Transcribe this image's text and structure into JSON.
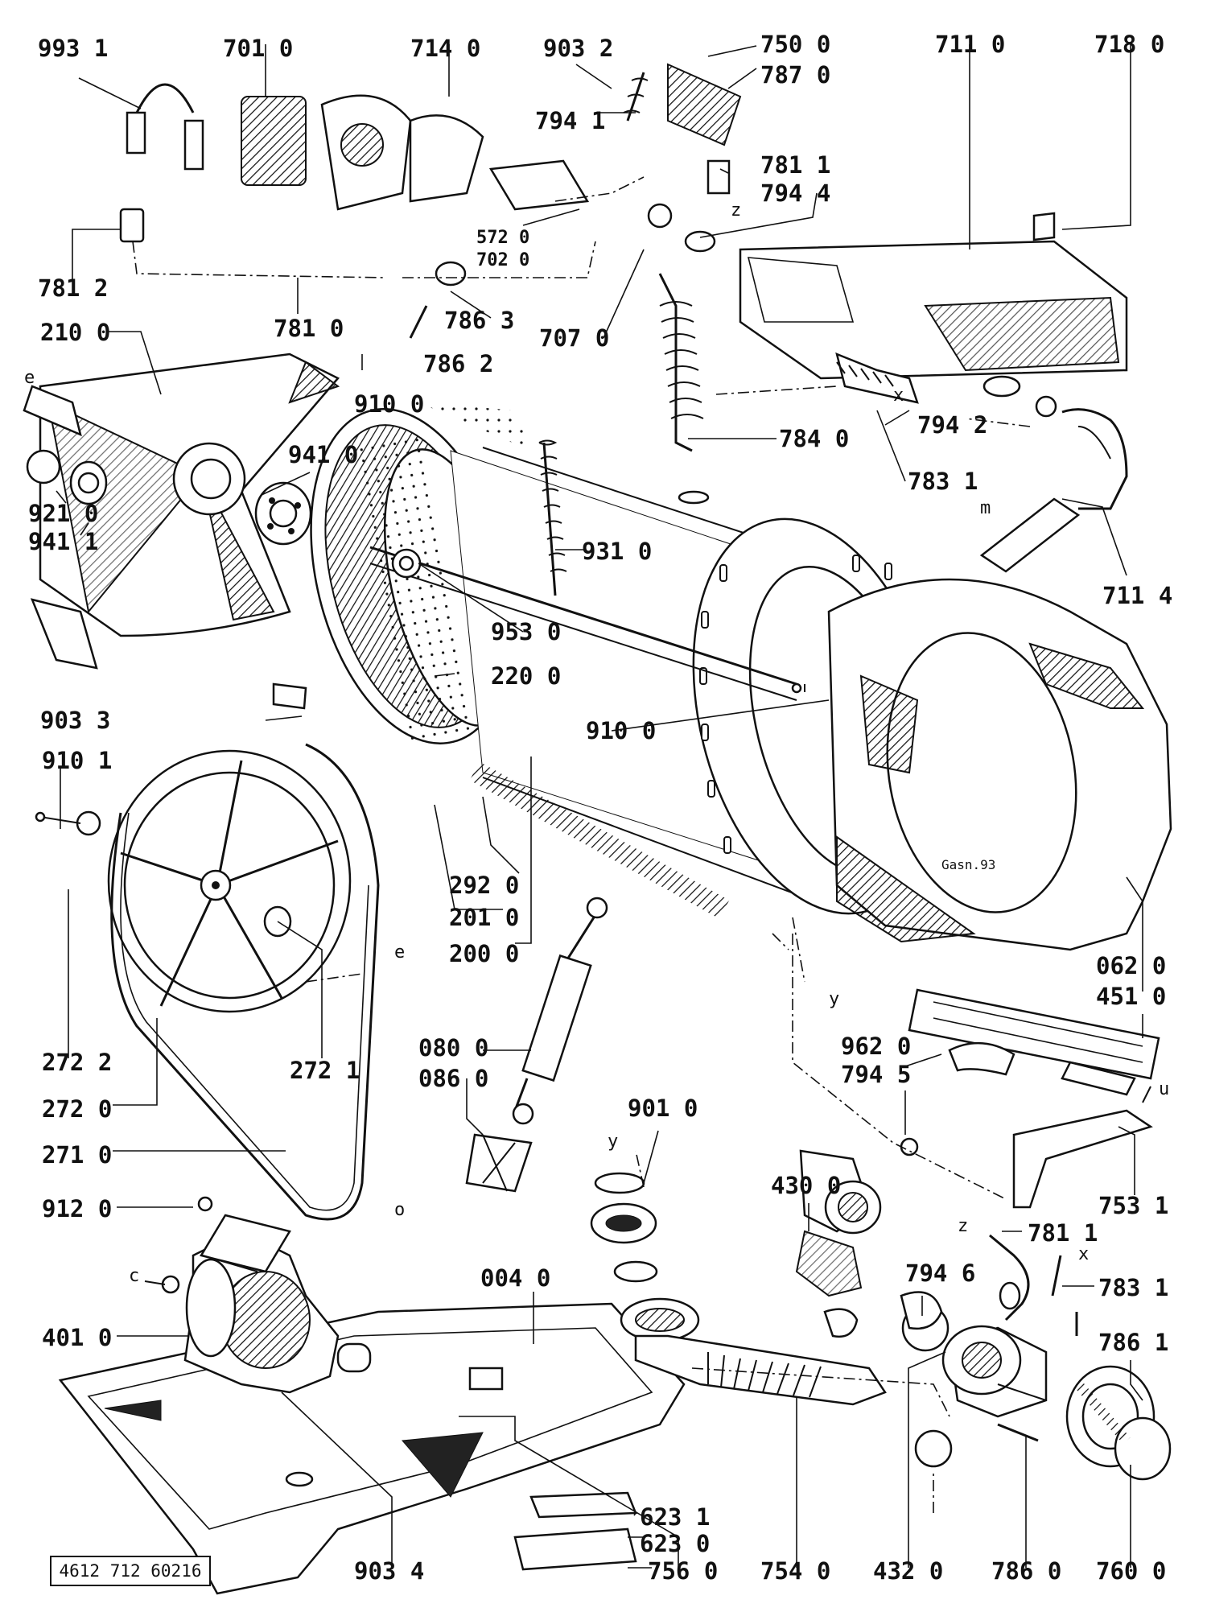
{
  "document_number": "4612 712 60216",
  "signature": "Gasn.93",
  "part_numbers": [
    "993 1",
    "701 0",
    "714 0",
    "903 2",
    "750 0",
    "787 0",
    "711 0",
    "718 0",
    "794 1",
    "781 1",
    "794 4",
    "572 0",
    "702 0",
    "781 2",
    "781 0",
    "786 3",
    "786 2",
    "707 0",
    "210 0",
    "910 0",
    "784 0",
    "794 2",
    "783 1",
    "941 0",
    "921 0",
    "941 1",
    "931 0",
    "953 0",
    "220 0",
    "903 3",
    "910 1",
    "292 0",
    "201 0",
    "200 0",
    "062 0",
    "451 0",
    "272 2",
    "272 1",
    "272 0",
    "271 0",
    "962 0",
    "794 5",
    "080 0",
    "086 0",
    "901 0",
    "753 1",
    "912 0",
    "430 0",
    "781 1",
    "794 6",
    "783 1",
    "004 0",
    "401 0",
    "786 1",
    "623 1",
    "623 0",
    "756 0",
    "754 0",
    "432 0",
    "786 0",
    "760 0",
    "903 4",
    "711 4",
    "910 0"
  ],
  "reference_letters": [
    "e",
    "x",
    "m",
    "y",
    "z",
    "c",
    "u",
    "o",
    "e",
    "x",
    "y",
    "z"
  ]
}
